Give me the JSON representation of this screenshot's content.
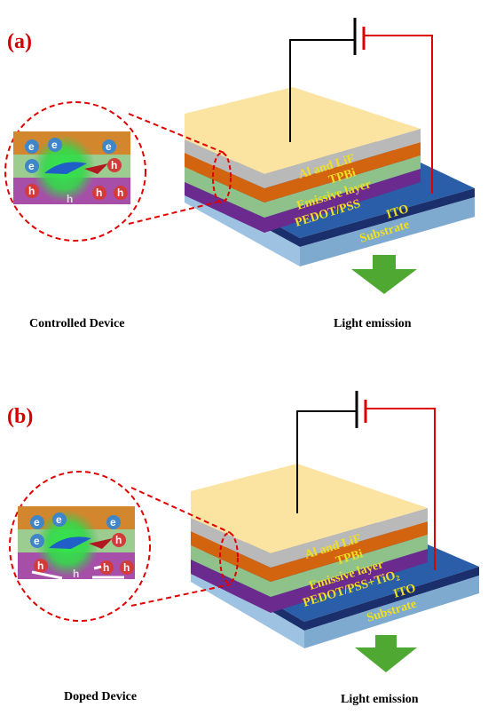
{
  "panels": [
    {
      "label": "(a)",
      "caption_left": "Controlled Device",
      "caption_right": "Light emission",
      "layers": [
        "Al and LiF",
        "TPBi",
        "Emissive layer",
        "PEDOT/PSS",
        "ITO",
        "Substrate"
      ]
    },
    {
      "label": "(b)",
      "caption_left": "Doped Device",
      "caption_right": "Light emission",
      "layers": [
        "Al and LiF",
        "TPBi",
        "Emissive layer",
        "PEDOT/PSS+TiO₂",
        "ITO",
        "Substrate"
      ]
    }
  ],
  "carriers": {
    "electron": "e",
    "hole": "h"
  },
  "colors": {
    "label_red": "#d40000",
    "top_electrode": "#fbe4a2",
    "al_lif": "#b9b9b9",
    "tpbi": "#d2630f",
    "emissive": "#8fc28a",
    "pedot": "#6a2a8e",
    "ito": "#1a2f6b",
    "substrate": "#9ec3e2",
    "arrow_green": "#4ea832",
    "electron_blue": "#3f86c8",
    "hole_red": "#d33b3b",
    "wire_red": "#e00000"
  }
}
